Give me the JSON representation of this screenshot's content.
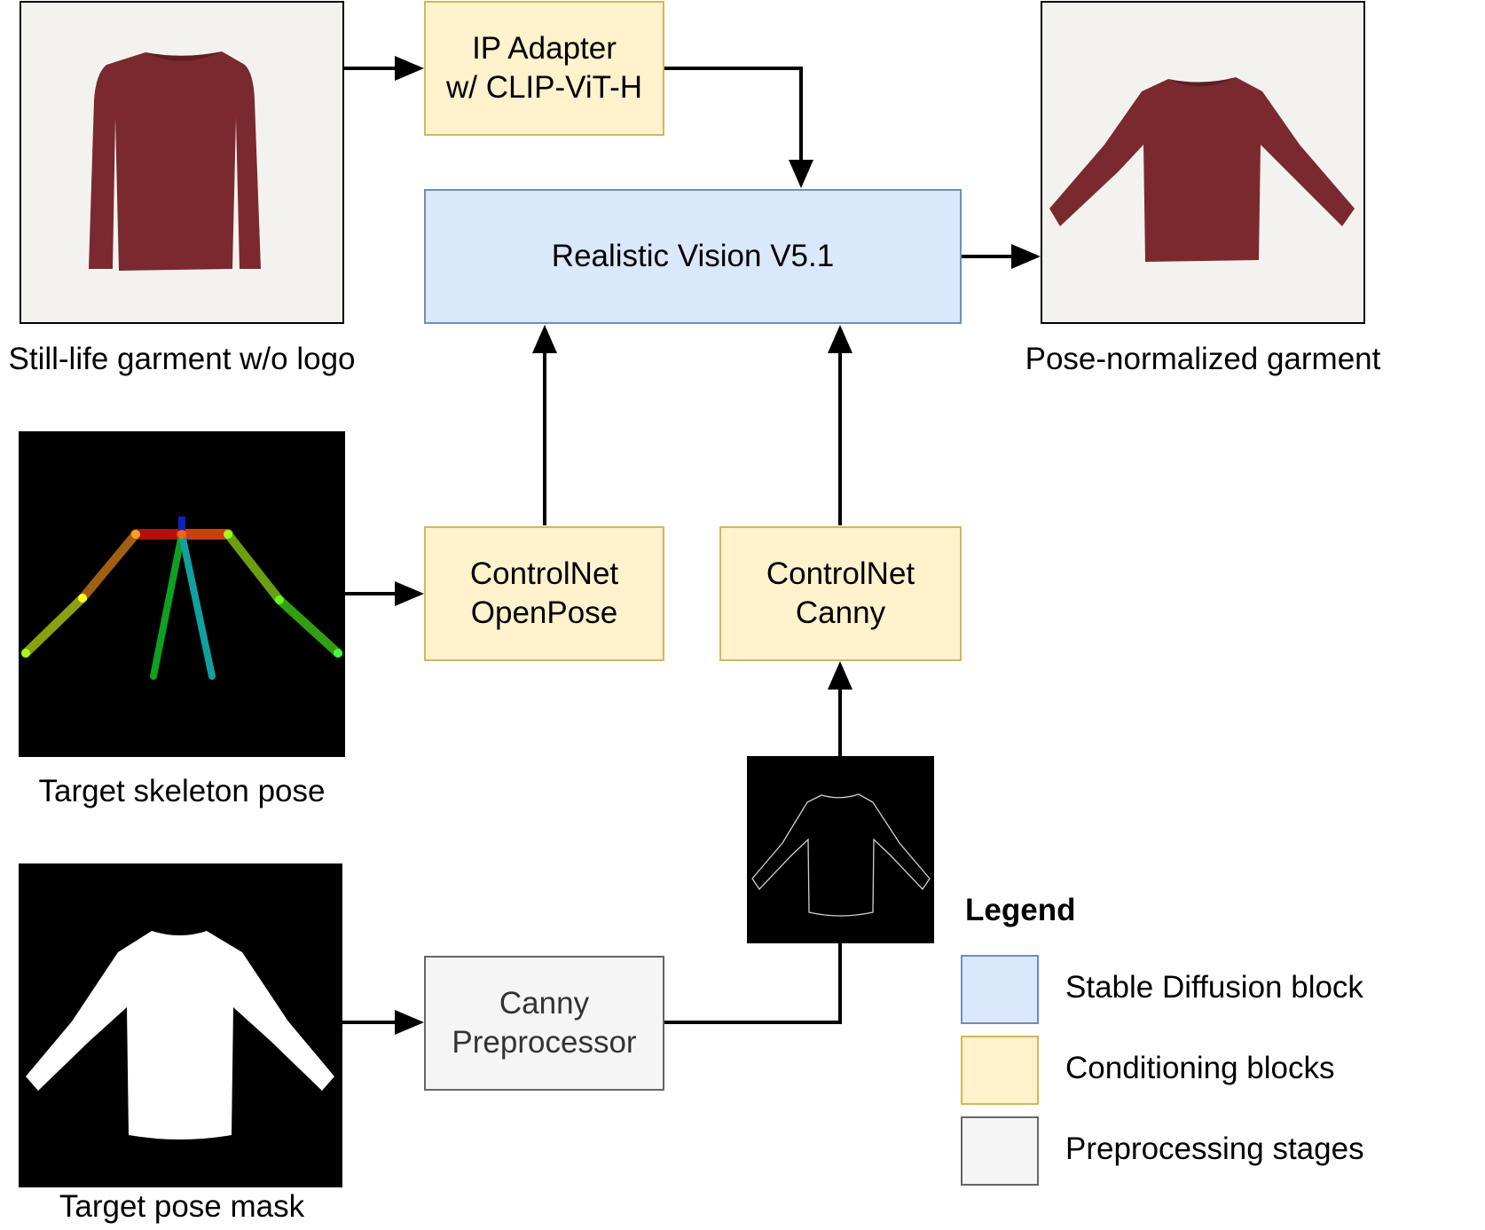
{
  "nodes": {
    "ip_adapter": "IP Adapter\nw/ CLIP-ViT-H",
    "realistic_vision": "Realistic Vision V5.1",
    "controlnet_openpose": "ControlNet\nOpenPose",
    "controlnet_canny": "ControlNet\nCanny",
    "canny_preprocessor": "Canny\nPreprocessor"
  },
  "captions": {
    "still_life": "Still-life garment w/o logo",
    "pose_normalized": "Pose-normalized garment",
    "target_skeleton": "Target skeleton pose",
    "target_mask": "Target pose mask"
  },
  "legend": {
    "title": "Legend",
    "items": [
      {
        "label": "Stable Diffusion block",
        "fill": "#dae8fc",
        "stroke": "#6c8ebf"
      },
      {
        "label": "Conditioning blocks",
        "fill": "#fff2cc",
        "stroke": "#d6b656"
      },
      {
        "label": "Preprocessing stages",
        "fill": "#f5f5f5",
        "stroke": "#666666"
      }
    ]
  },
  "colors": {
    "garment": "#7a2a2e",
    "edge_line": "#000000",
    "image_bg_light": "#f4f2ef",
    "image_bg_dark": "#000000"
  }
}
